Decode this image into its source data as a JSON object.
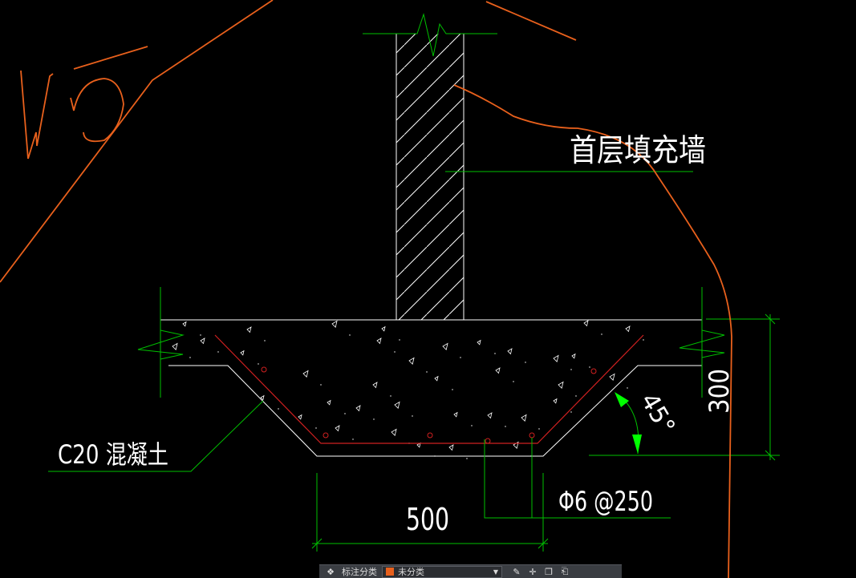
{
  "drawing": {
    "wall_label": "首层填充墙",
    "material_label": "C20 混凝土",
    "angle_label": "45°",
    "height_dim": "300",
    "width_dim": "500",
    "rebar_label": "Φ6 @250",
    "markup_text": "V5"
  },
  "colors": {
    "background": "#000000",
    "linework": "#ffffff",
    "dimension": "#00c000",
    "rebar": "#d02020",
    "markup": "#e8601c",
    "arrow": "#00ff00"
  },
  "toolbar": {
    "label": "标注分类",
    "category_value": "未分类",
    "category_color": "#e8601c",
    "icons": [
      "layers-icon",
      "edit-icon",
      "move-icon",
      "copy-icon",
      "paste-icon"
    ]
  }
}
